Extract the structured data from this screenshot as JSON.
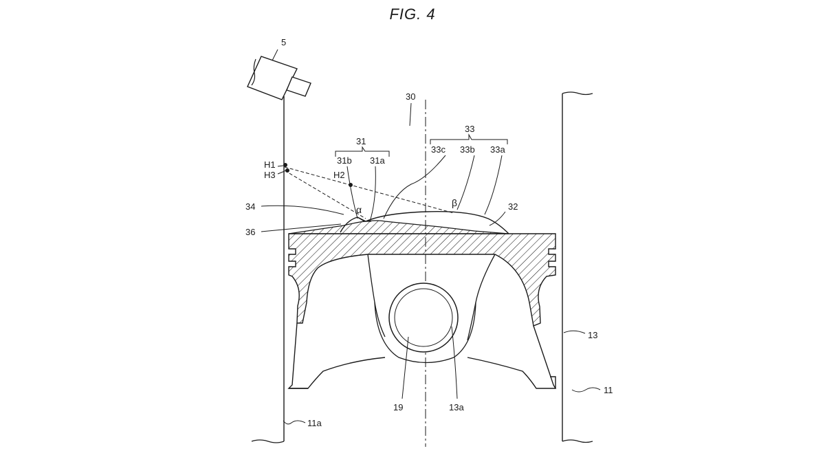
{
  "figure": {
    "title": "FIG. 4"
  },
  "labels": {
    "injector": "5",
    "piston_top": "30",
    "region_31": "31",
    "region_31b": "31b",
    "region_31a": "31a",
    "region_33": "33",
    "region_33c": "33c",
    "region_33b": "33b",
    "region_33a": "33a",
    "point_h1": "H1",
    "point_h3": "H3",
    "point_h2": "H2",
    "angle_alpha": "α",
    "angle_beta": "β",
    "surface_34": "34",
    "surface_36": "36",
    "surface_32": "32",
    "piston_13": "13",
    "cylinder_11": "11",
    "wall_11a": "11a",
    "pin_boss_19": "19",
    "pin_hole_13a": "13a"
  },
  "colors": {
    "line": "#1a1a1a",
    "background": "#ffffff"
  }
}
